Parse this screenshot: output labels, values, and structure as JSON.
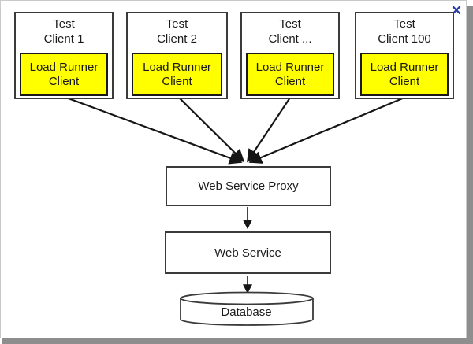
{
  "window": {
    "close_icon": "✕"
  },
  "clients": [
    {
      "title": "Test\nClient 1",
      "inner_label": "Load Runner\nClient"
    },
    {
      "title": "Test\nClient 2",
      "inner_label": "Load Runner\nClient"
    },
    {
      "title": "Test\nClient ...",
      "inner_label": "Load Runner\nClient"
    },
    {
      "title": "Test\nClient 100",
      "inner_label": "Load Runner\nClient"
    }
  ],
  "flow": {
    "proxy_label": "Web Service Proxy",
    "service_label": "Web Service",
    "database_label": "Database"
  },
  "colors": {
    "highlight_yellow": "#ffff00",
    "close_blue": "#2839a8",
    "line_black": "#151515",
    "shadow_gray": "#8e8e8e"
  }
}
